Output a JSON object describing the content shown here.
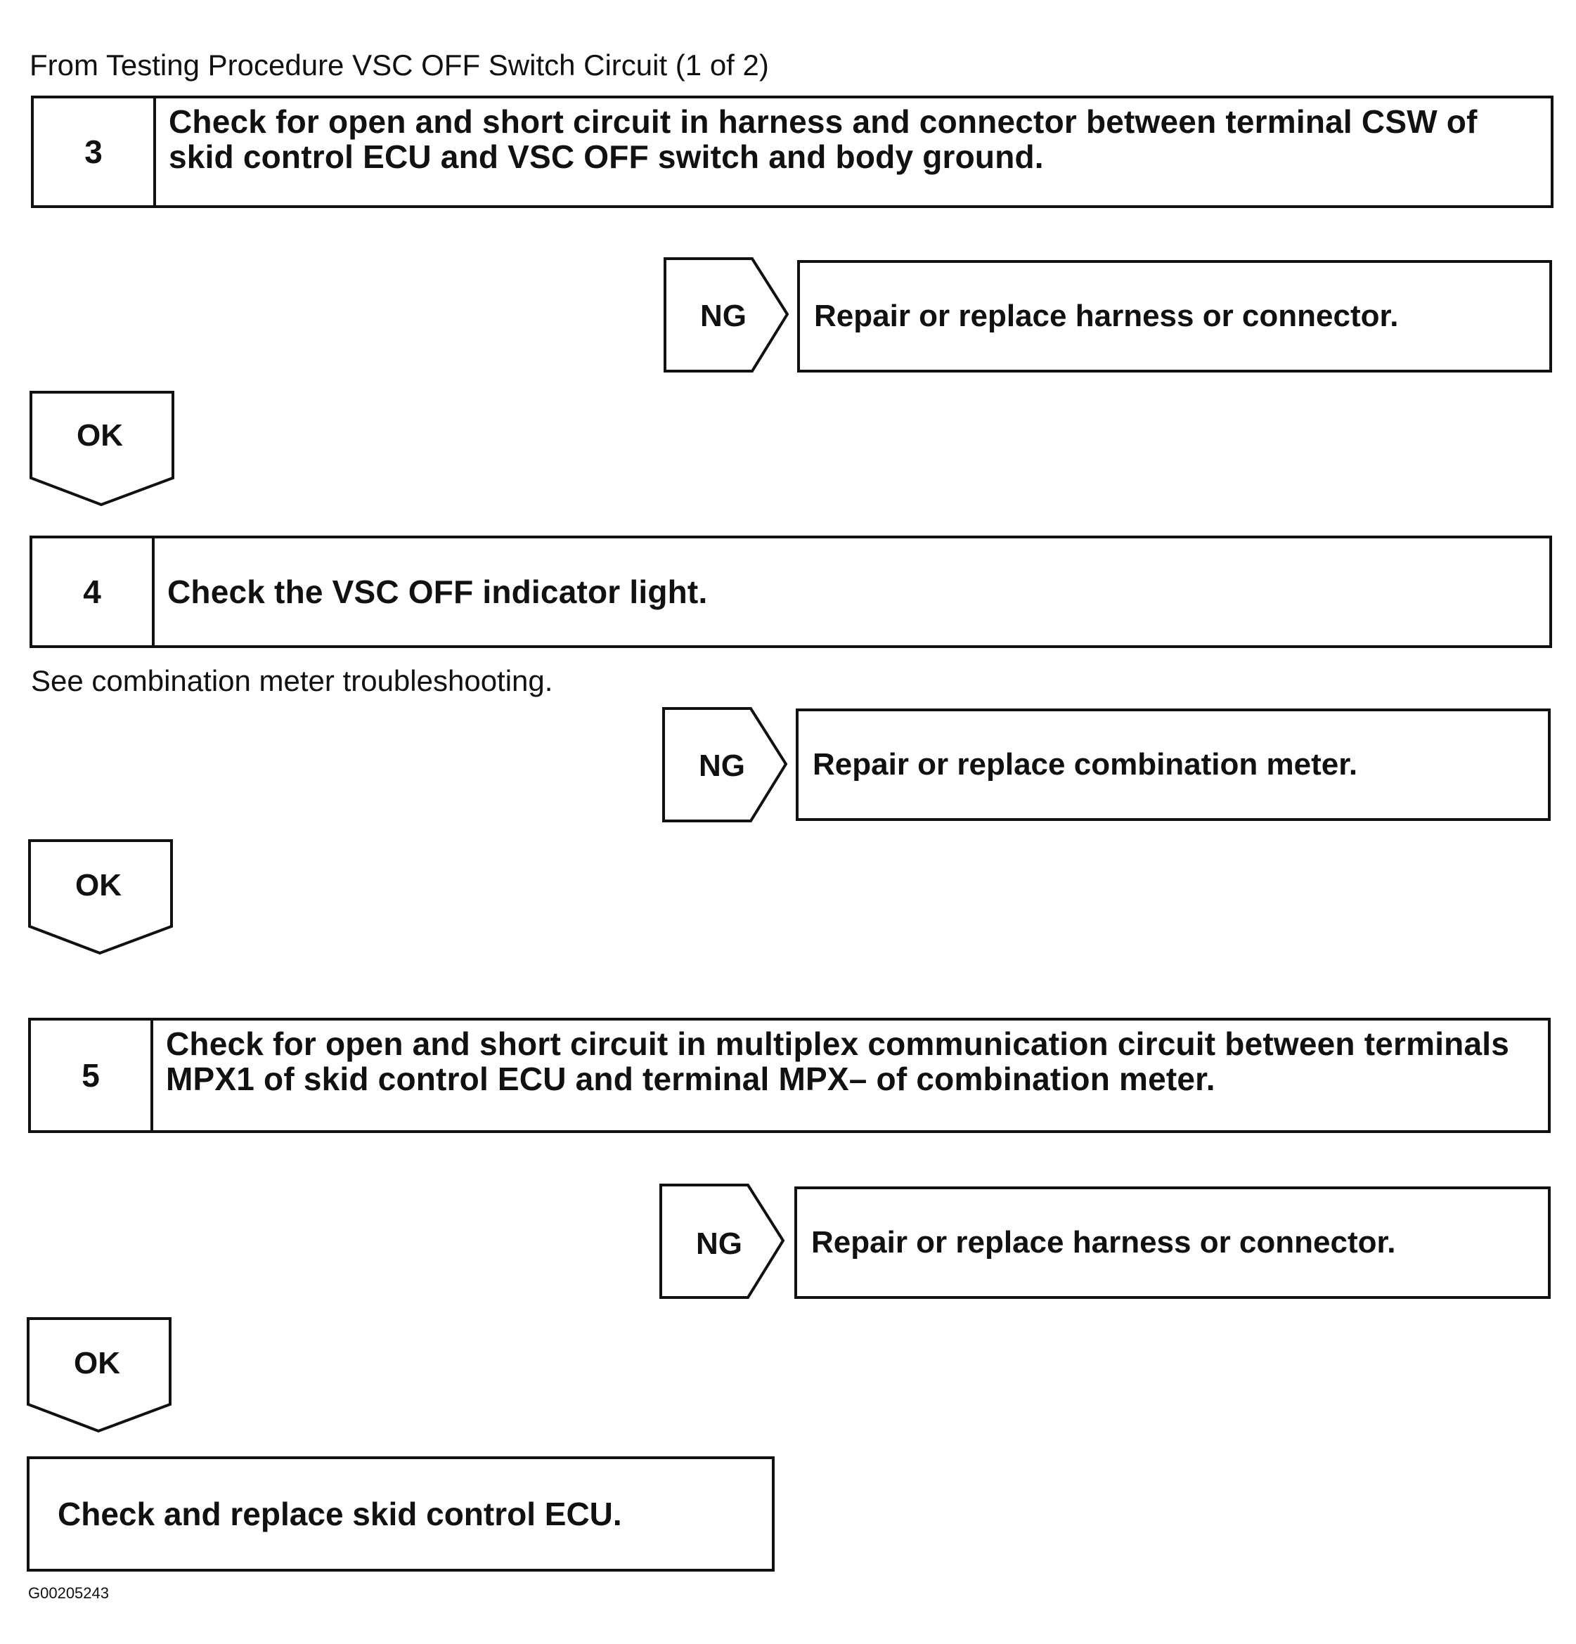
{
  "header": {
    "source_text": "From Testing Procedure VSC OFF Switch Circuit (1 of 2)"
  },
  "steps": [
    {
      "number": "3",
      "text": "Check for open and short circuit in harness and connector between terminal CSW of skid control ECU and VSC OFF switch and body ground.",
      "ng_label": "NG",
      "ng_action": "Repair or replace harness or connector.",
      "ok_label": "OK"
    },
    {
      "number": "4",
      "text": "Check the VSC OFF indicator light.",
      "note": "See combination meter troubleshooting.",
      "ng_label": "NG",
      "ng_action": "Repair or replace combination meter.",
      "ok_label": "OK"
    },
    {
      "number": "5",
      "text": "Check for open and short circuit in multiplex communication circuit between terminals MPX1 of skid control ECU and terminal MPX– of combination meter.",
      "ng_label": "NG",
      "ng_action": "Repair or replace harness or connector.",
      "ok_label": "OK"
    }
  ],
  "final": {
    "text": "Check and replace skid control ECU."
  },
  "figure_code": "G00205243"
}
